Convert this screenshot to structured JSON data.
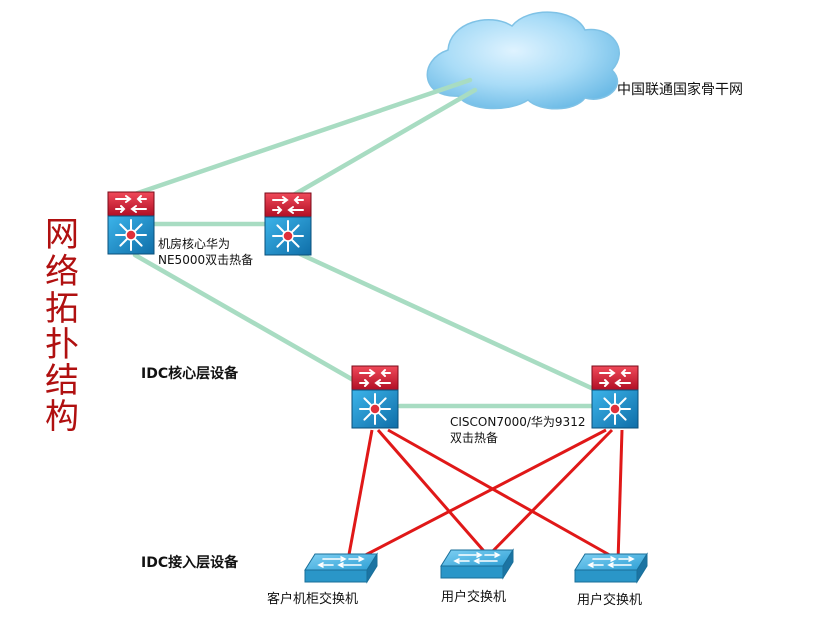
{
  "title": [
    "网",
    "络",
    "拓",
    "扑",
    "结",
    "构"
  ],
  "labels": {
    "backbone": "中国联通国家骨干网",
    "room_core_line1": "机房核心华为",
    "room_core_line2": "NE5000双击热备",
    "idc_core": "IDC核心层设备",
    "idc_core_model_line1": "CISCON7000/华为9312",
    "idc_core_model_line2": "双击热备",
    "idc_access": "IDC接入层设备",
    "switch_customer": "客户机柜交换机",
    "switch_user_1": "用户交换机",
    "switch_user_2": "用户交换机"
  },
  "colors": {
    "title": "#b01010",
    "cloud": "#8fd0f0",
    "green_link": "#a8dcc2",
    "red_link": "#e01818",
    "router_top": "#c8102e",
    "router_body": "#1d8fc9",
    "access_switch": "#35a8d8"
  }
}
